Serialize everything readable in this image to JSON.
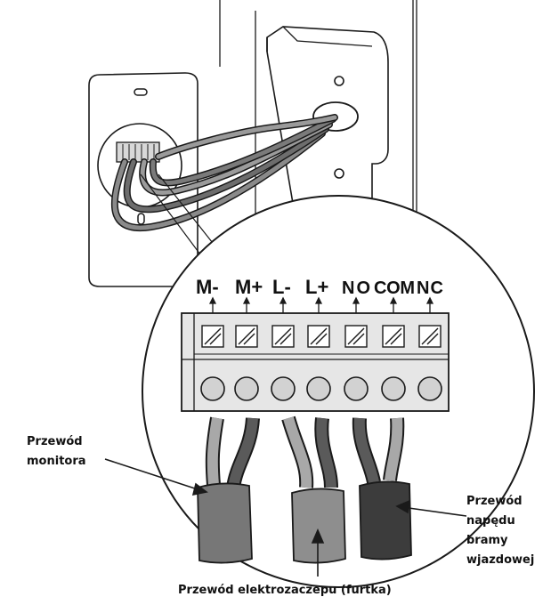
{
  "terminal_labels": [
    "M-",
    "M+",
    "L-",
    "L+",
    "NO",
    "COM",
    "NC"
  ],
  "callouts": {
    "monitor_cable": [
      "Przewód",
      "monitora"
    ],
    "gate_drive_cable": [
      "Przewód",
      "napędu",
      "bramy",
      "wjazdowej"
    ],
    "lock_cable": "Przewód elektrozaczepu (furtka)"
  },
  "colors": {
    "line": "#1a1a1a",
    "plate_fill": "#ffffff",
    "terminal_fill": "#e6e6e6",
    "screw_fill": "#d2d2d2",
    "wire_light": "#a8a8a8",
    "wire_dark": "#5a5a5a",
    "jacket_monitor": "#777777",
    "jacket_lock": "#8e8e8e",
    "jacket_gate": "#3c3c3c"
  }
}
